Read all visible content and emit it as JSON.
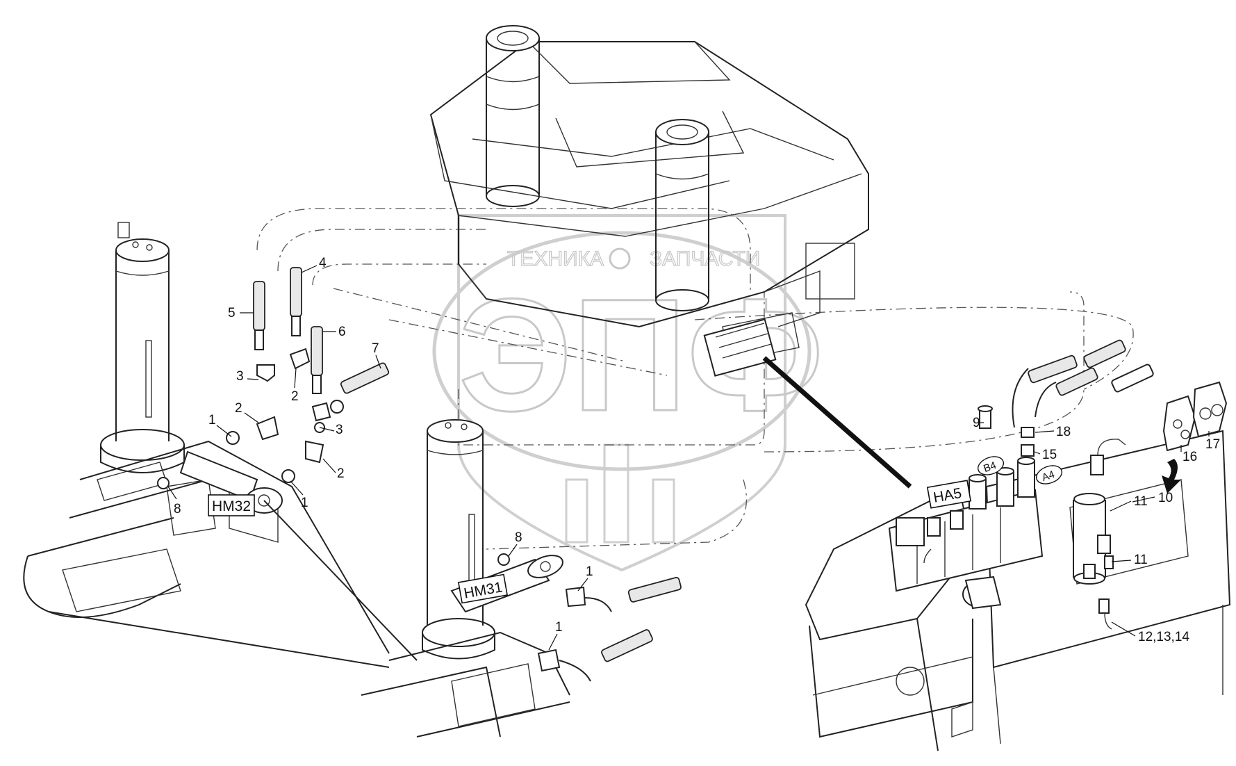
{
  "watermark": {
    "line1": "ТЕХНИКА",
    "line2": "ЗАПЧАСТИ",
    "logo": "ЭПФ",
    "color": "#c8c8c8"
  },
  "component_labels": {
    "nm32": "НМ32",
    "nm31": "НМ31",
    "na5": "НА5",
    "b4": "B4",
    "a4": "A4"
  },
  "callouts": {
    "c1a": "1",
    "c1b": "1",
    "c1c": "1",
    "c1d": "1",
    "c2a": "2",
    "c2b": "2",
    "c2c": "2",
    "c3a": "3",
    "c3b": "3",
    "c4": "4",
    "c5": "5",
    "c6": "6",
    "c7": "7",
    "c8a": "8",
    "c8b": "8",
    "c9": "9",
    "c10": "10",
    "c11a": "11",
    "c11b": "11",
    "c12": "12,13,14",
    "c15": "15",
    "c16": "16",
    "c17": "17",
    "c18": "18"
  },
  "colors": {
    "ink": "#222222",
    "background": "#ffffff",
    "watermark": "#c8c8c8"
  }
}
